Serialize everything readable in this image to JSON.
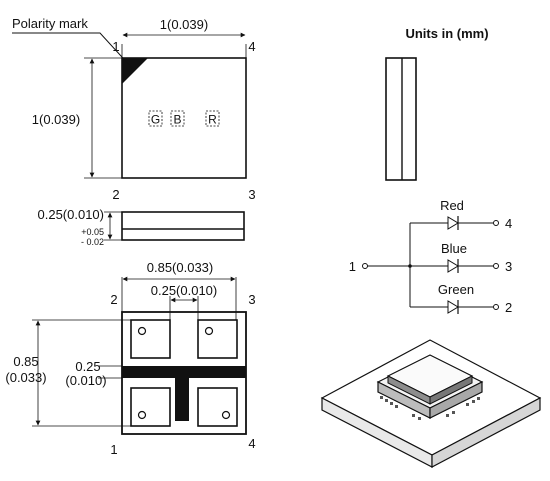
{
  "labels": {
    "polarity_mark": "Polarity mark",
    "units": "Units in (mm)"
  },
  "top_view": {
    "width_dim": "1(0.039)",
    "height_dim": "1(0.039)",
    "pins": {
      "p1": "1",
      "p2": "2",
      "p3": "3",
      "p4": "4"
    },
    "chips": {
      "g": "G",
      "b": "B",
      "r": "R"
    }
  },
  "side_view": {
    "thickness": "0.25(0.010)",
    "tol_plus": "+0.05",
    "tol_minus": "- 0.02"
  },
  "bottom_view": {
    "pad_span": "0.85(0.033)",
    "gap_width": "0.25(0.010)",
    "height_a": "0.85",
    "height_b": "(0.033)",
    "gap_height_a": "0.25",
    "gap_height_b": "(0.010)",
    "pins": {
      "p1": "1",
      "p2": "2",
      "p3": "3",
      "p4": "4"
    }
  },
  "schematic": {
    "common": "1",
    "red": {
      "label": "Red",
      "pin": "4"
    },
    "blue": {
      "label": "Blue",
      "pin": "3"
    },
    "green": {
      "label": "Green",
      "pin": "2"
    }
  }
}
